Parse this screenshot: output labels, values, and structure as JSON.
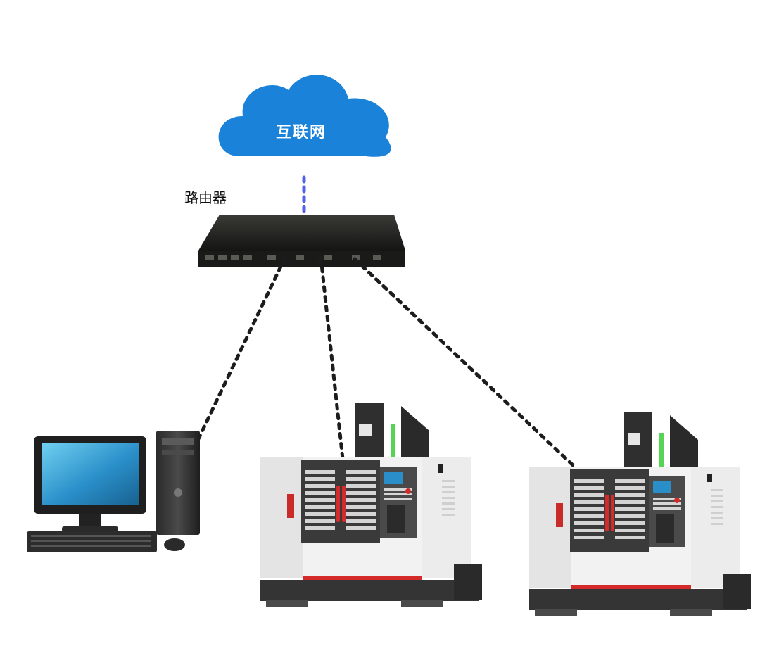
{
  "cloud": {
    "label": "互联网",
    "color": "#1a82d9"
  },
  "router": {
    "label": "路由器"
  },
  "colors": {
    "uplink": "#5560e8",
    "links": "#1c1c1c",
    "machine_frame": "#f2f2f2",
    "machine_panel": "#3a3a3a",
    "machine_accent": "#d42a2a",
    "screen": "#2a8fc9"
  },
  "nodes": [
    {
      "id": "computer",
      "type": "desktop-pc"
    },
    {
      "id": "machine-1",
      "type": "cnc-machining-center"
    },
    {
      "id": "machine-2",
      "type": "cnc-machining-center"
    }
  ]
}
